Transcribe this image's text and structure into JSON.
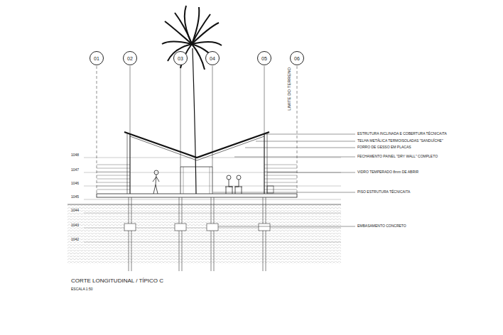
{
  "diagram": {
    "title": "CORTE LONGITUDINAL / TÍPICO C",
    "nodes": [
      {
        "text": [
          "01"
        ]
      },
      {
        "text": [
          "02"
        ]
      },
      {
        "text": [
          "03"
        ]
      },
      {
        "text": [
          "04"
        ]
      },
      {
        "text": [
          "05"
        ]
      },
      {
        "text": [
          "06"
        ]
      }
    ],
    "labels": [
      "LIMITE DO TERRENO",
      "1048",
      "1047",
      "1046",
      "1045",
      "1044",
      "1043",
      "1042",
      "ESTRUTURA INCLINADA E COBERTURA TÉCNICAITA",
      "TELHA METÁLICA TERMOISOLADAS \"SANDUÍCHE\"",
      "FORRO DE GESSO EM PLACAS",
      "FECHAMENTO PAINEL \"DRY WALL\" COMPLETO",
      "VIDRO TEMPERADO 8mm DE ABRIR",
      "PISO ESTRUTURA TÉCNICAITA",
      "EMBASAMENTO CONCRETO",
      "ESCALA 1:50"
    ]
  }
}
